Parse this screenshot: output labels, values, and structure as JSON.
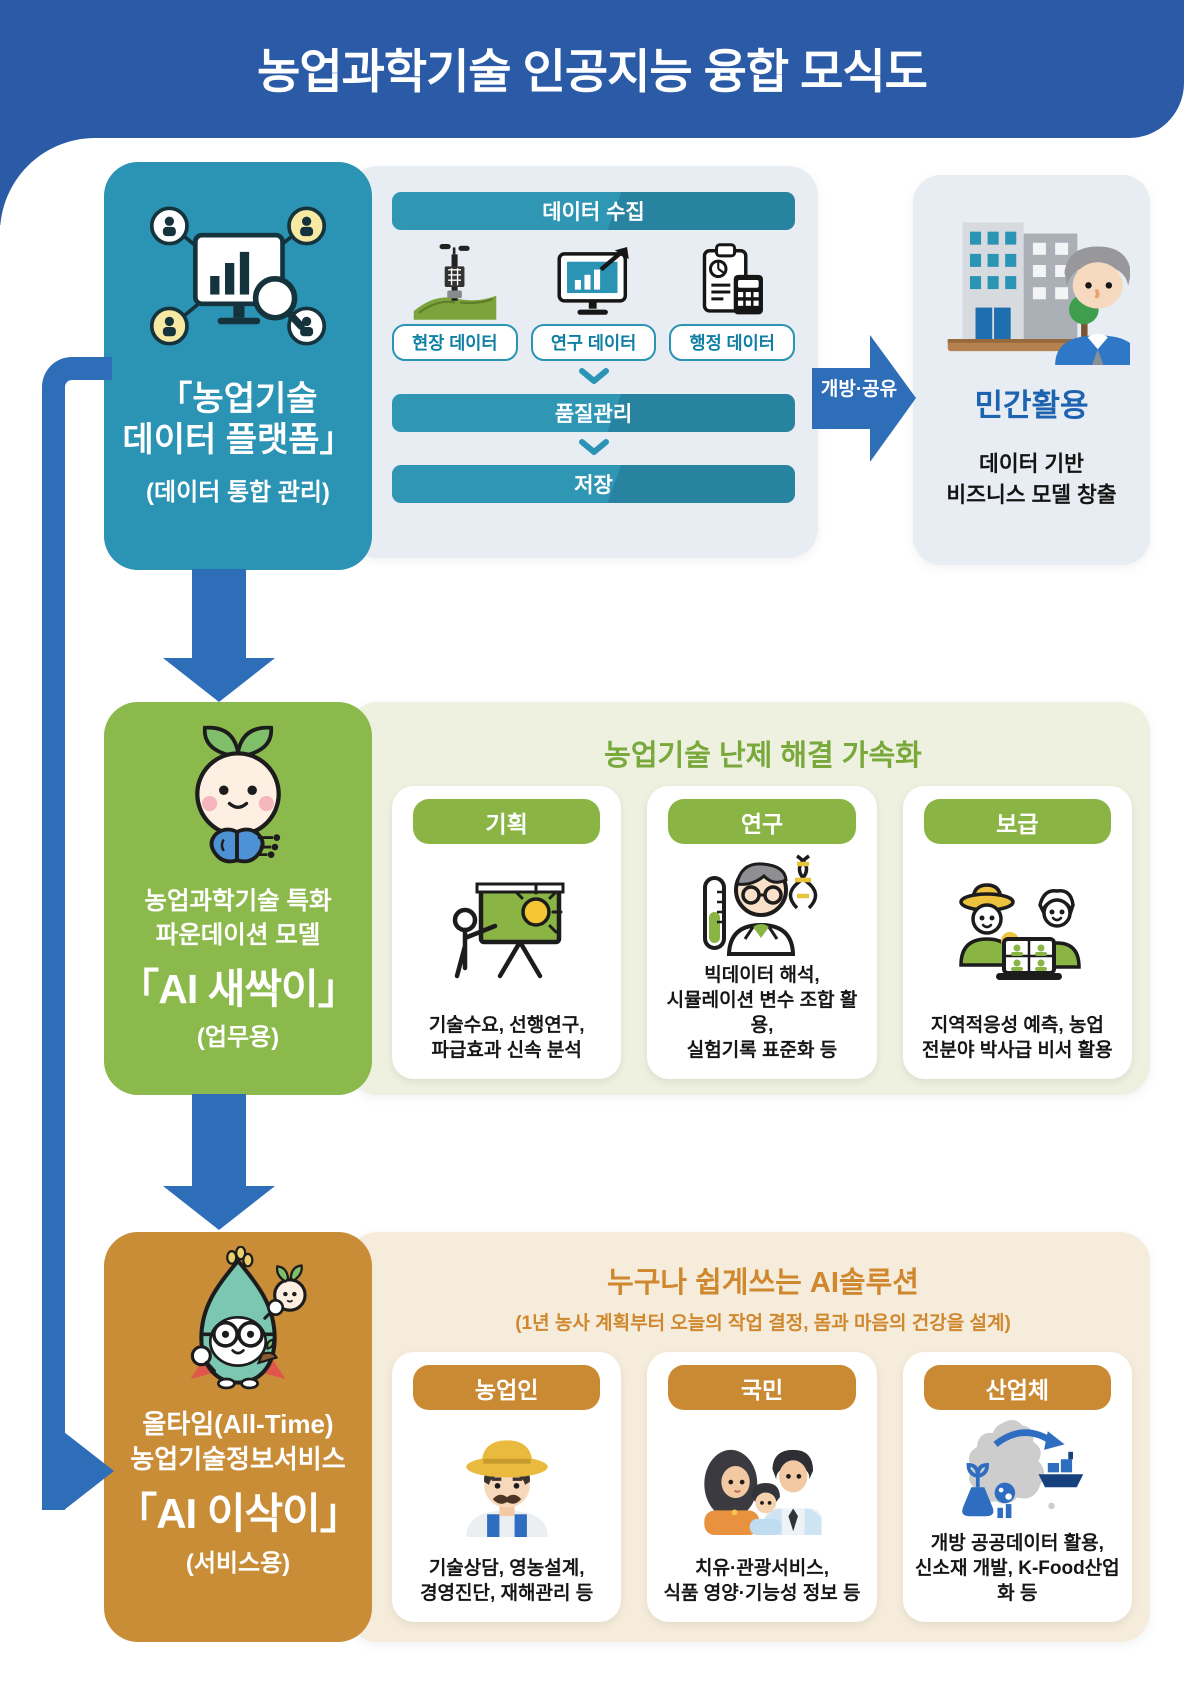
{
  "banner": {
    "title": "농업과학기술 인공지능 융합 모식도"
  },
  "platform": {
    "box_title_line1": "「농업기술",
    "box_title_line2": "데이터 플랫폼」",
    "box_subtitle": "(데이터 통합 관리)",
    "collect_label": "데이터 수집",
    "sources": [
      {
        "label": "현장 데이터"
      },
      {
        "label": "연구 데이터"
      },
      {
        "label": "행정 데이터"
      }
    ],
    "quality_label": "품질관리",
    "store_label": "저장",
    "share_arrow_label": "개방·공유",
    "private_use": {
      "title": "민간활용",
      "description": "데이터 기반\n비즈니스 모델 창출"
    }
  },
  "saessagi": {
    "box_line1": "농업과학기술 특화\n파운데이션 모델",
    "box_name": "「AI 새싹이」",
    "box_usage": "(업무용)",
    "panel_title": "농업기술 난제 해결 가속화",
    "cards": [
      {
        "header": "기획",
        "text": "기술수요, 선행연구,\n파급효과 신속 분석"
      },
      {
        "header": "연구",
        "text": "빅데이터 해석,\n시뮬레이션 변수 조합 활용,\n실험기록 표준화 등"
      },
      {
        "header": "보급",
        "text": "지역적응성 예측, 농업\n전분야 박사급 비서 활용"
      }
    ]
  },
  "isagi": {
    "box_line1": "올타임(All-Time)\n농업기술정보서비스",
    "box_name": "「AI 이삭이」",
    "box_usage": "(서비스용)",
    "panel_title": "누구나 쉽게쓰는 AI솔루션",
    "panel_subtitle": "(1년 농사 계획부터 오늘의 작업 결정, 몸과 마음의 건강을 설계)",
    "cards": [
      {
        "header": "농업인",
        "text": "기술상담, 영농설계,\n경영진단, 재해관리 등"
      },
      {
        "header": "국민",
        "text": "치유·관광서비스,\n식품 영양·기능성 정보 등"
      },
      {
        "header": "산업체",
        "text": "개방 공공데이터 활용,\n신소재 개발, K-Food산업화 등"
      }
    ]
  },
  "colors": {
    "banner_blue": "#2b5ba7",
    "arrow_blue": "#2e6db8",
    "teal": "#2b93b4",
    "panel_blue": "#e7edf3",
    "green": "#8cb94c",
    "green_header": "#8ab545",
    "panel_green": "#eef1e0",
    "green_title": "#79a83b",
    "orange": "#c98d38",
    "orange_header": "#c98a33",
    "panel_orange": "#f6ecdc",
    "orange_title": "#d0882f",
    "private_title_blue": "#1e63b0"
  }
}
